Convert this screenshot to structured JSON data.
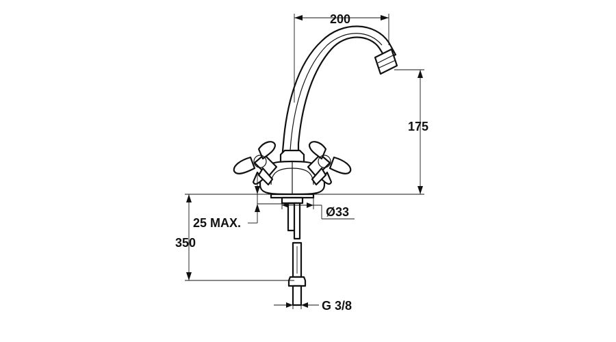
{
  "dimensions": {
    "spout_reach": "200",
    "spout_height": "175",
    "thread_length": "350",
    "deck_thickness": "25 MAX.",
    "hole_diameter": "Ø33",
    "connection": "G 3/8"
  },
  "colors": {
    "line": "#111111",
    "background": "#ffffff"
  }
}
